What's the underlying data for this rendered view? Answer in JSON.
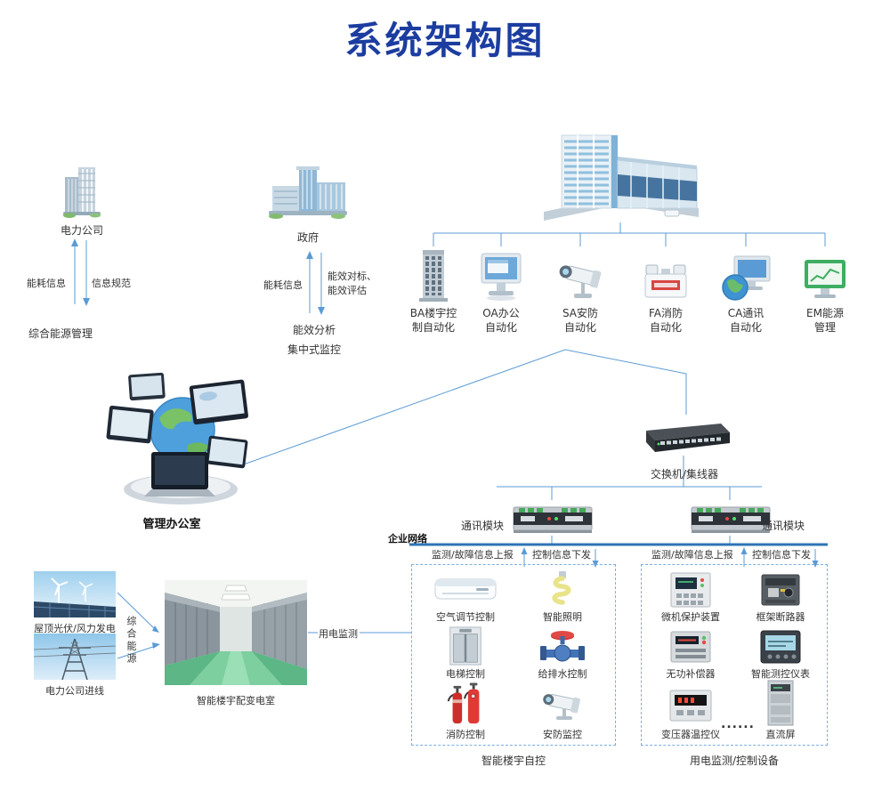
{
  "title": "系统架构图",
  "colors": {
    "title": "#1c3da0",
    "connector": "#5b9bd5",
    "enterprise_line": "#2e74b5",
    "dashed_box_border": "#7aaede"
  },
  "left_flow": {
    "power_company": "电力公司",
    "energy_info": "能耗信息",
    "info_standard": "信息规范",
    "integrated_mgmt": "综合能源管理"
  },
  "gov_flow": {
    "government": "政府",
    "energy_info": "能耗信息",
    "benchmark_line1": "能效对标、",
    "benchmark_line2": "能效评估",
    "analysis": "能效分析",
    "monitoring": "集中式监控"
  },
  "systems": [
    {
      "id": "ba",
      "line1": "BA楼宇控",
      "line2": "制自动化"
    },
    {
      "id": "oa",
      "line1": "OA办公",
      "line2": "自动化"
    },
    {
      "id": "sa",
      "line1": "SA安防",
      "line2": "自动化"
    },
    {
      "id": "fa",
      "line1": "FA消防",
      "line2": "自动化"
    },
    {
      "id": "ca",
      "line1": "CA通讯",
      "line2": "自动化"
    },
    {
      "id": "em",
      "line1": "EM能源",
      "line2": "管理"
    }
  ],
  "office": {
    "label": "管理办公室"
  },
  "network": {
    "switch": "交换机/集线器",
    "module_left": "通讯模块",
    "module_right": "通讯模块",
    "enterprise": "企业网络",
    "report_left": "监测/故障信息上报",
    "control_left": "控制信息下发",
    "report_right": "监测/故障信息上报",
    "control_right": "控制信息下发"
  },
  "supply": {
    "pv_wind": "屋顶光伏/风力发电",
    "grid_in": "电力公司进线",
    "combined": "综合能源",
    "substation": "智能楼宇配变电室",
    "metering": "用电监测"
  },
  "building_box": {
    "items": [
      "空气调节控制",
      "智能照明",
      "电梯控制",
      "给排水控制",
      "消防控制",
      "安防监控"
    ],
    "caption": "智能楼宇自控"
  },
  "device_box": {
    "items": [
      "微机保护装置",
      "框架断路器",
      "无功补偿器",
      "智能测控仪表",
      "变压器温控仪",
      "直流屏"
    ],
    "ellipsis": "......",
    "caption": "用电监测/控制设备"
  },
  "icons": {
    "power_company": "office-building-icon",
    "government": "government-building-icon",
    "main_building": "smart-building-icon",
    "ba": "highrise-icon",
    "oa": "desktop-monitor-icon",
    "sa": "cctv-camera-icon",
    "fa": "emergency-light-icon",
    "ca": "computer-globe-icon",
    "em": "green-monitor-icon",
    "office": "monitors-globe-icon",
    "switch": "network-switch-icon",
    "module": "comm-module-icon"
  }
}
